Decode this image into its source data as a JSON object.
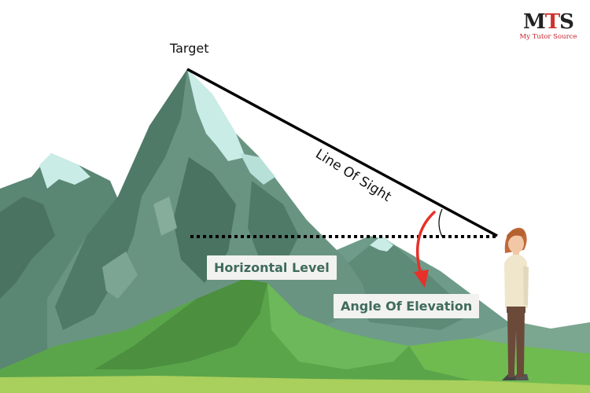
{
  "logo": {
    "mark_left": "M",
    "mark_accent": "T",
    "mark_right": "S",
    "subtitle": "My Tutor Source"
  },
  "labels": {
    "target": "Target",
    "line_of_sight": "Line Of Sight",
    "horizontal_level": "Horizontal Level",
    "angle_of_elevation": "Angle Of Elevation"
  },
  "colors": {
    "mountain_dark": "#4f7a68",
    "mountain_mid": "#6a9482",
    "snow": "#c9ece6",
    "grass": "#5aa54a",
    "arrow": "#e8302a",
    "chip_text": "#3f6b5d"
  }
}
